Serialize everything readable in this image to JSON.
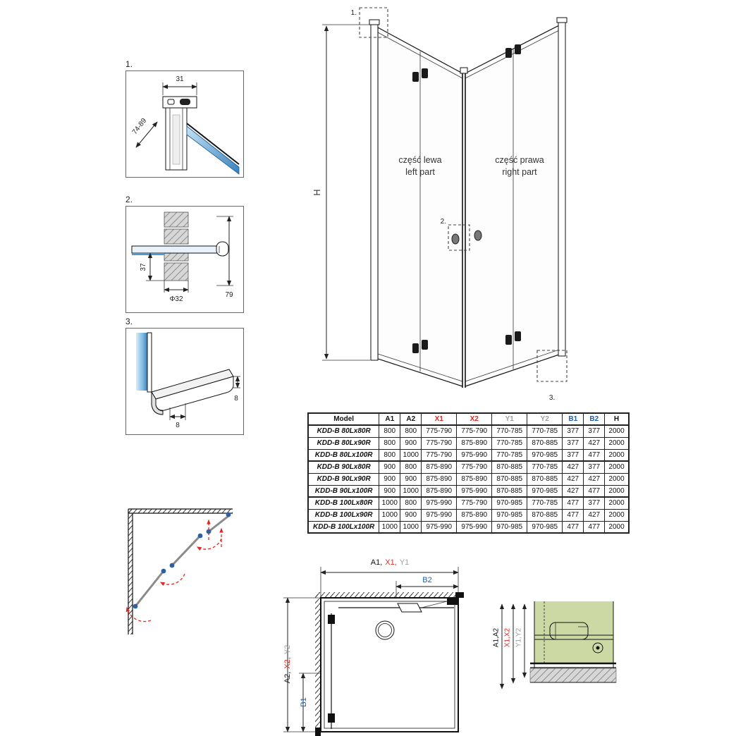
{
  "detail1": {
    "num": "1.",
    "dim_width": "31",
    "dim_depth": "74-89"
  },
  "detail2": {
    "num": "2.",
    "dim_offset": "37",
    "dim_diameter": "Φ32",
    "dim_length": "79"
  },
  "detail3": {
    "num": "3.",
    "dim_height": "8",
    "dim_width": "8"
  },
  "main_view": {
    "height_label": "H",
    "left_part_line1": "część lewa",
    "left_part_line2": "left part",
    "right_part_line1": "część prawa",
    "right_part_line2": "right part",
    "callout_1": "1.",
    "callout_2": "2.",
    "callout_3": "3."
  },
  "table": {
    "headers": [
      "Model",
      "A1",
      "A2",
      "X1",
      "X2",
      "Y1",
      "Y2",
      "B1",
      "B2",
      "H"
    ],
    "header_colors": [
      "#111111",
      "#111111",
      "#111111",
      "#d92b23",
      "#d92b23",
      "#9e9e9e",
      "#9e9e9e",
      "#1a5fb4",
      "#1a5fb4",
      "#111111"
    ],
    "rows": [
      [
        "KDD-B 80Lx80R",
        "800",
        "800",
        "775-790",
        "775-790",
        "770-785",
        "770-785",
        "377",
        "377",
        "2000"
      ],
      [
        "KDD-B 80Lx90R",
        "800",
        "900",
        "775-790",
        "875-890",
        "770-785",
        "870-885",
        "377",
        "427",
        "2000"
      ],
      [
        "KDD-B 80Lx100R",
        "800",
        "1000",
        "775-790",
        "975-990",
        "770-785",
        "970-985",
        "377",
        "477",
        "2000"
      ],
      [
        "KDD-B 90Lx80R",
        "900",
        "800",
        "875-890",
        "775-790",
        "870-885",
        "770-785",
        "427",
        "377",
        "2000"
      ],
      [
        "KDD-B 90Lx90R",
        "900",
        "900",
        "875-890",
        "875-890",
        "870-885",
        "870-885",
        "427",
        "427",
        "2000"
      ],
      [
        "KDD-B 90Lx100R",
        "900",
        "1000",
        "875-890",
        "975-990",
        "870-885",
        "970-985",
        "427",
        "477",
        "2000"
      ],
      [
        "KDD-B 100Lx80R",
        "1000",
        "800",
        "975-990",
        "775-790",
        "970-985",
        "770-785",
        "477",
        "377",
        "2000"
      ],
      [
        "KDD-B 100Lx90R",
        "1000",
        "900",
        "975-990",
        "875-890",
        "970-985",
        "870-885",
        "477",
        "427",
        "2000"
      ],
      [
        "KDD-B 100Lx100R",
        "1000",
        "1000",
        "975-990",
        "975-990",
        "970-985",
        "970-985",
        "477",
        "477",
        "2000"
      ]
    ]
  },
  "plan": {
    "width_a": "A1,",
    "width_x": "X1,",
    "width_y": "Y1",
    "b2": "B2",
    "depth_a": "A2,",
    "depth_x": "X2,",
    "depth_y": "Y2",
    "b1": "B1"
  },
  "section": {
    "a": "A1,A2",
    "x": "X1,X2",
    "y": "Y1,Y2"
  }
}
